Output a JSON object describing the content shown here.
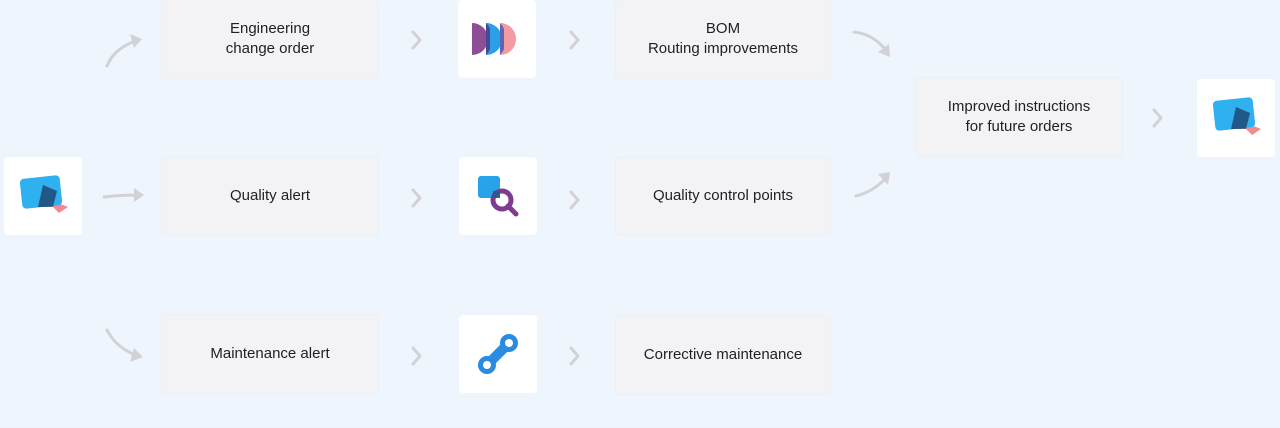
{
  "flow": {
    "top_row": {
      "step1": "Engineering\nchange order",
      "step1_icon": "plm-app-icon",
      "step2": "BOM\nRouting improvements"
    },
    "middle_row": {
      "step1": "Quality alert",
      "step1_icon": "quality-app-icon",
      "step2": "Quality control points"
    },
    "bottom_row": {
      "step1": "Maintenance alert",
      "step1_icon": "maintenance-app-icon",
      "step2": "Corrective maintenance"
    },
    "source_icon": "shop-floor-app-icon",
    "outcome": "Improved instructions\nfor future orders",
    "outcome_icon": "shop-floor-app-icon"
  },
  "colors": {
    "background": "#eef5fd",
    "box": "#f3f3f5",
    "arrow": "#d2d2d6",
    "shop_floor_blue": "#2fb0ef",
    "shop_floor_pink": "#f28b91",
    "plm_purple": "#8e4e96",
    "plm_blue": "#2b9fe8",
    "plm_pink": "#f49aa0",
    "quality_blue": "#28a3ea",
    "quality_purple": "#7d3c8f",
    "maintenance_blue": "#2b8be0"
  }
}
